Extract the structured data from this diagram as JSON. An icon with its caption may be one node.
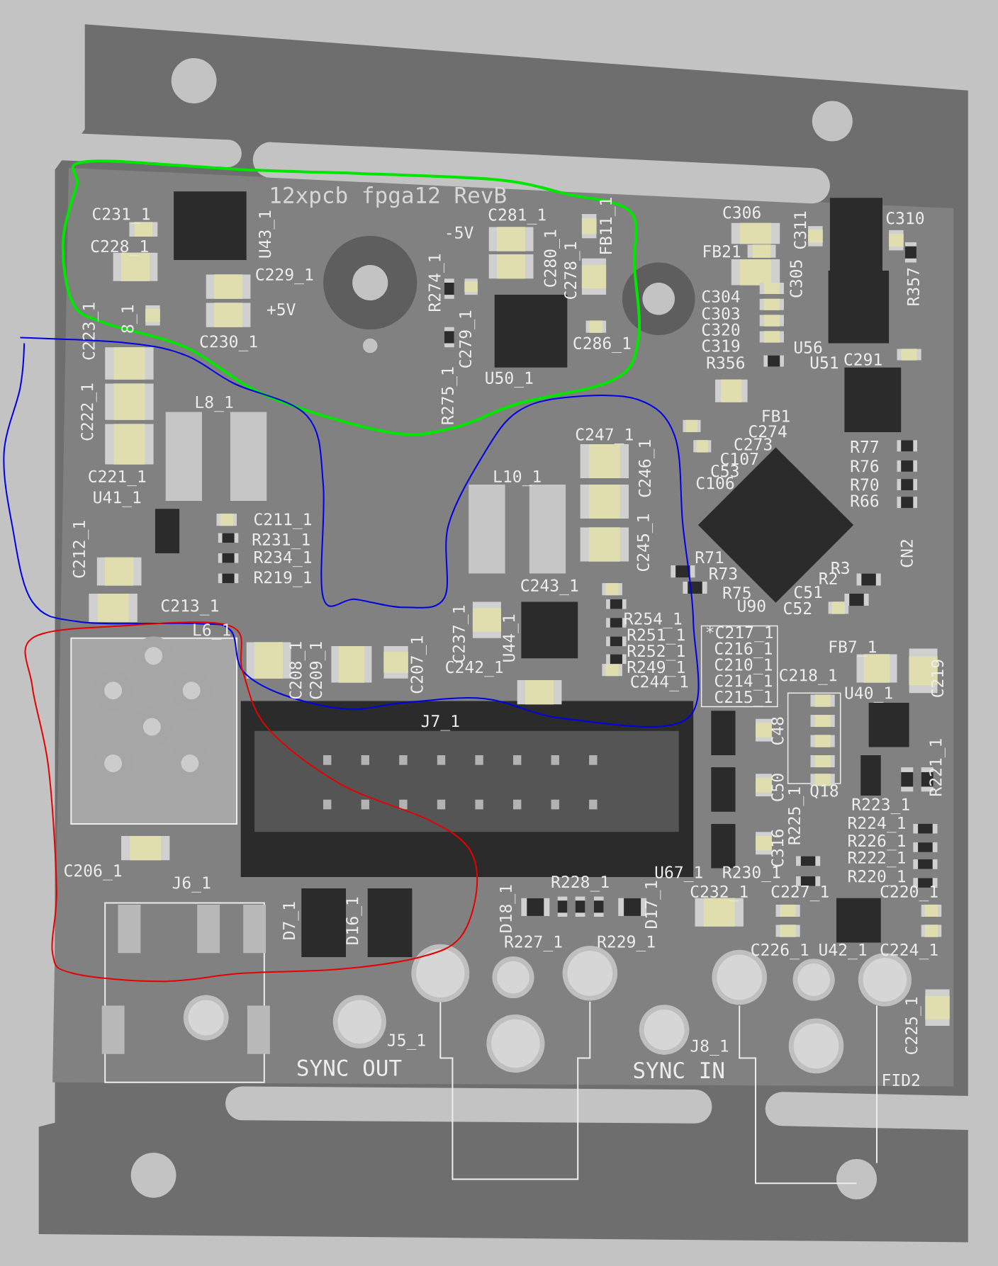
{
  "diagram": {
    "labels": [
      "12xpcb fpga12 RevB",
      "C231_1",
      "C228_1",
      "U43_1",
      "C229_1",
      "-5V",
      "C281_1",
      "C280_1",
      "C278_1",
      "FB11_1",
      "+5V",
      "R274_1",
      "C279_1",
      "C230_1",
      "R275_1",
      "U50_1",
      "C286_1",
      "C306",
      "C311",
      "C310",
      "FB21",
      "C305",
      "R357",
      "C304",
      "C303",
      "C320",
      "C319",
      "U56",
      "R356",
      "U51",
      "C291",
      "C223_1",
      "8_1",
      "C222_1",
      "L8_1",
      "C221_1",
      "U41_1",
      "C211_1",
      "R231_1",
      "R234_1",
      "R219_1",
      "C212_1",
      "C213_1",
      "FB1",
      "C274",
      "C273",
      "C107",
      "C53",
      "C106",
      "C247_1",
      "C246_1",
      "L10_1",
      "R77",
      "R76",
      "R70",
      "R66",
      "C245_1",
      "CN2",
      "R71",
      "R73",
      "R3",
      "C243_1",
      "R2",
      "R75",
      "C51",
      "U90",
      "C52",
      "C237_1",
      "U44_1",
      "R254_1",
      "R251_1",
      "R252_1",
      "R249_1",
      "C244_1",
      "L6_1",
      "C208_1",
      "C209_1",
      "C207_1",
      "C242_1",
      "*C217_1",
      "C216_1",
      "C210_1",
      "C214_1",
      "C215_1",
      "FB7_1",
      "C218_1",
      "C219",
      "U40_1",
      "J7_1",
      "C48",
      "R221_1",
      "C50",
      "Q18",
      "R223_1",
      "R225_1",
      "R224_1",
      "R226_1",
      "C316",
      "R222_1",
      "C206_1",
      "J6_1",
      "R228_1",
      "U67_1",
      "R230_1",
      "R220_1",
      "D7_1",
      "D16_1",
      "D18_1",
      "D17_1",
      "C232_1",
      "C227_1",
      "C220_1",
      "R227_1",
      "R229_1",
      "C226_1",
      "U42_1",
      "C224_1",
      "C225_1",
      "J5_1",
      "J8_1",
      "SYNC OUT",
      "SYNC IN",
      "FID2"
    ]
  }
}
